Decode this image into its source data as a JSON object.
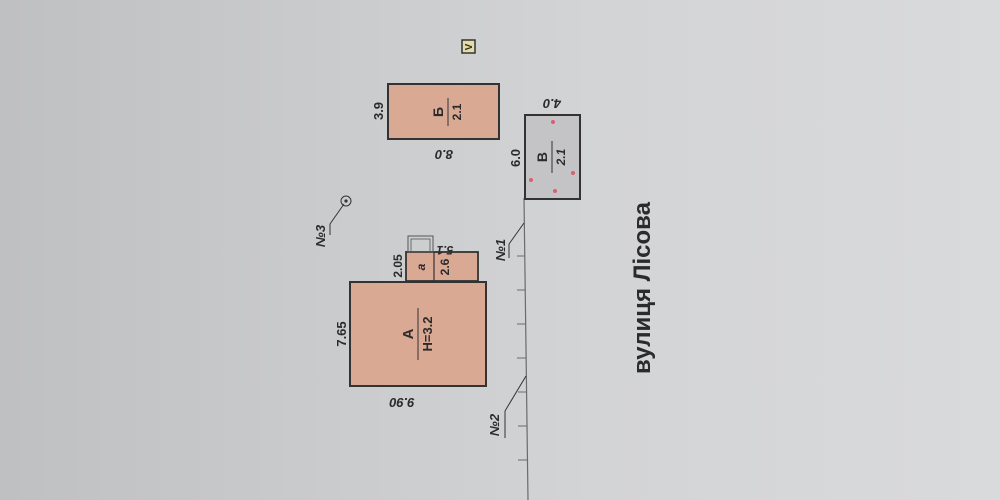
{
  "plan": {
    "street_name": "вулиця Лісова",
    "colors": {
      "building_fill": "#d9a994",
      "shed_fill": "#c4c3c6",
      "outline": "#333333",
      "marker_dot": "#d86070",
      "compass_fill": "#e5dda6"
    },
    "buildings": [
      {
        "id": "A",
        "letter": "А",
        "sub": "H=3.2",
        "dim_width": "7.65",
        "dim_length": "9.90"
      },
      {
        "id": "a",
        "letter": "а",
        "dim_width": "2.05",
        "dim_length": "2.6",
        "dim_offset": "5.1"
      },
      {
        "id": "B",
        "letter": "Б",
        "sub": "2.1",
        "dim_width": "3.9",
        "dim_length": "8.0"
      },
      {
        "id": "V",
        "letter": "В",
        "sub": "2.1",
        "dim_width": "6.0",
        "dim_length": "4.0"
      }
    ],
    "points": [
      {
        "label": "№1"
      },
      {
        "label": "№2"
      },
      {
        "label": "№3"
      }
    ],
    "compass_symbol": "V"
  }
}
